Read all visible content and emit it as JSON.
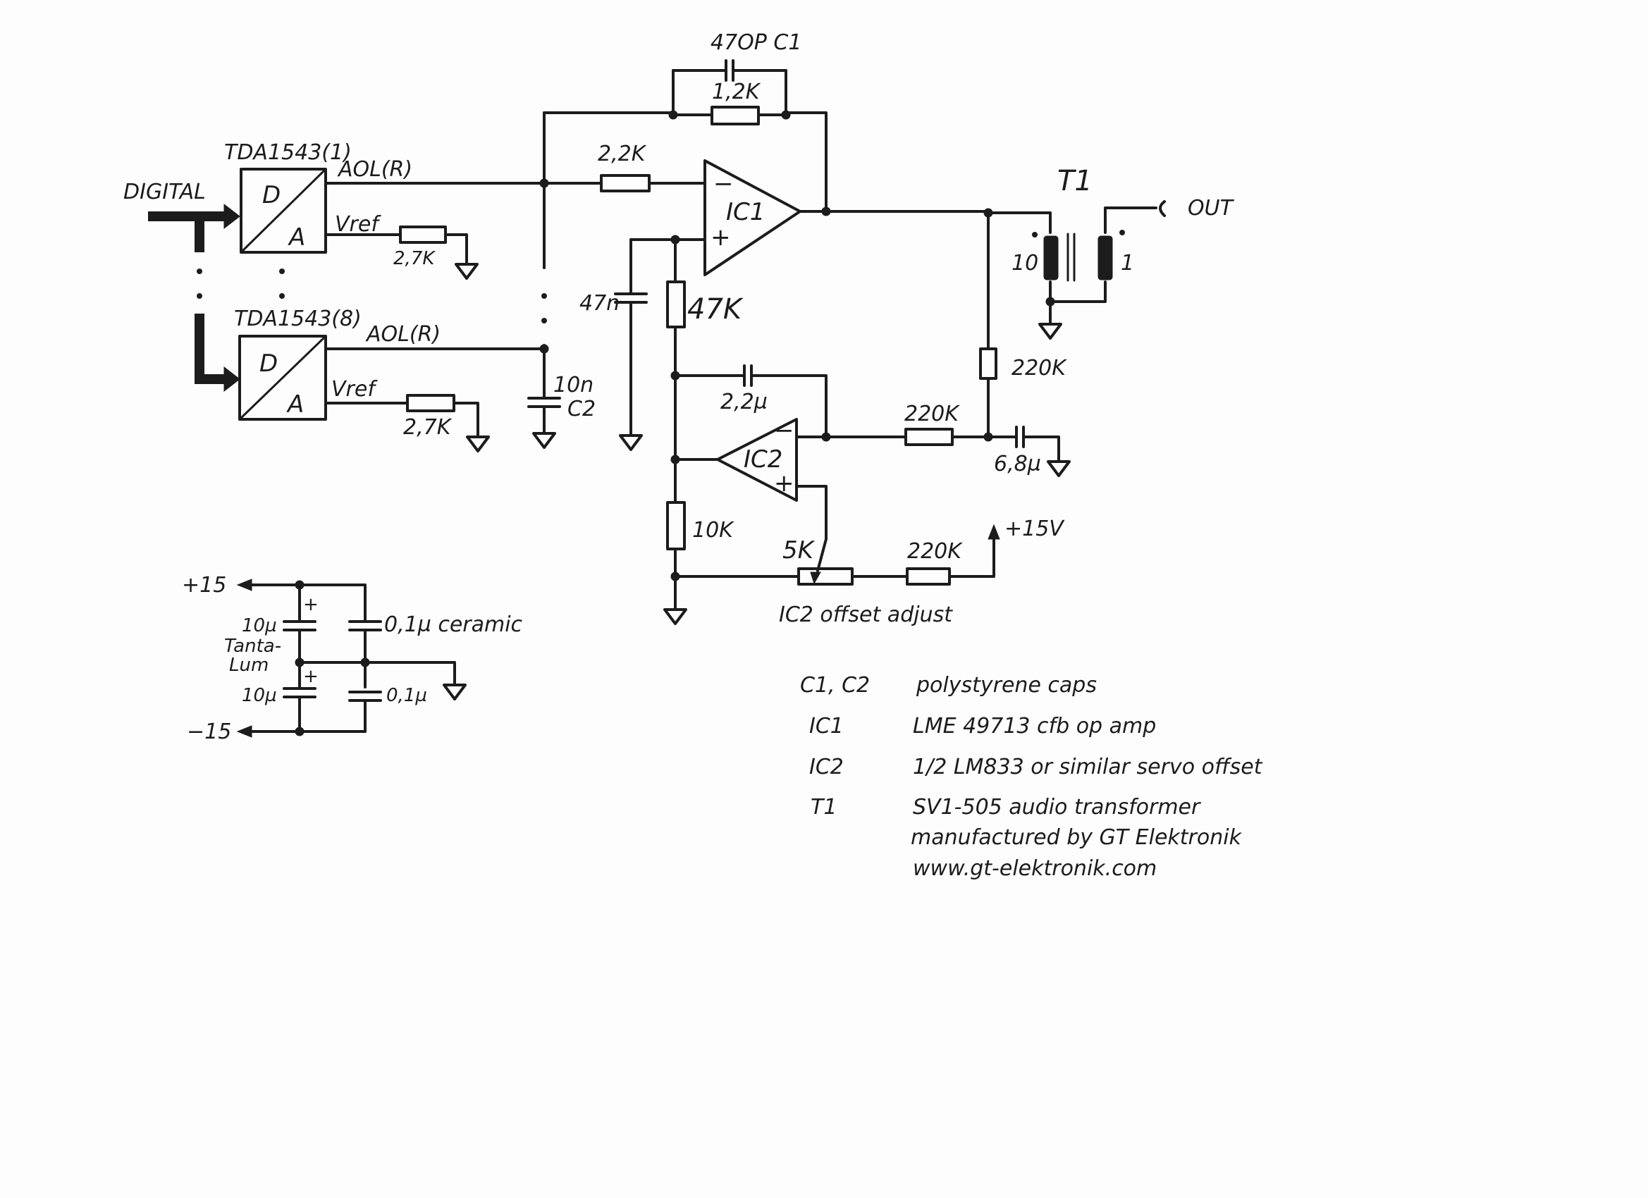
{
  "labels": {
    "digital": "DIGITAL",
    "dac1": "TDA1543(1)",
    "dac2": "TDA1543(8)",
    "dac_d": "D",
    "dac_a": "A",
    "aol": "AOL(R)",
    "vref": "Vref",
    "r_vref": "2,7K",
    "r_in": "2,2K",
    "r_fb": "1,2K",
    "c1": "47OP C1",
    "ic1": "IC1",
    "ic2": "IC2",
    "c_47n": "47n",
    "r_47k": "47K",
    "c2_val": "10n",
    "c2_name": "C2",
    "c_22u": "2,2µ",
    "r_220k_a": "220K",
    "r_220k_b": "220K",
    "r_220k_c": "220K",
    "c_68u": "6,8µ",
    "r_10k": "10K",
    "pot": "5K",
    "offset_note": "IC2 offset adjust",
    "vplus": "+15V",
    "t1": "T1",
    "ratio_p": "10",
    "ratio_s": "1",
    "out": "OUT",
    "minus": "−",
    "plus": "+"
  },
  "supply": {
    "pos": "+15",
    "neg": "−15",
    "tant_val_top": "10µ",
    "tant_val_bot": "10µ",
    "tant_name1": "Tanta-",
    "tant_name2": "Lum",
    "cer_top": "0,1µ ceramic",
    "cer_bot": "0,1µ"
  },
  "parts": [
    {
      "ref": "C1, C2",
      "desc": "polystyrene caps"
    },
    {
      "ref": "IC1",
      "desc": "LME 49713 cfb op amp"
    },
    {
      "ref": "IC2",
      "desc": "1/2 LM833 or similar   servo offset"
    },
    {
      "ref": "T1",
      "desc": "SV1-505 audio transformer"
    }
  ],
  "maker": {
    "line1": "manufactured by GT Elektronik",
    "line2": "www.gt-elektronik.com"
  }
}
